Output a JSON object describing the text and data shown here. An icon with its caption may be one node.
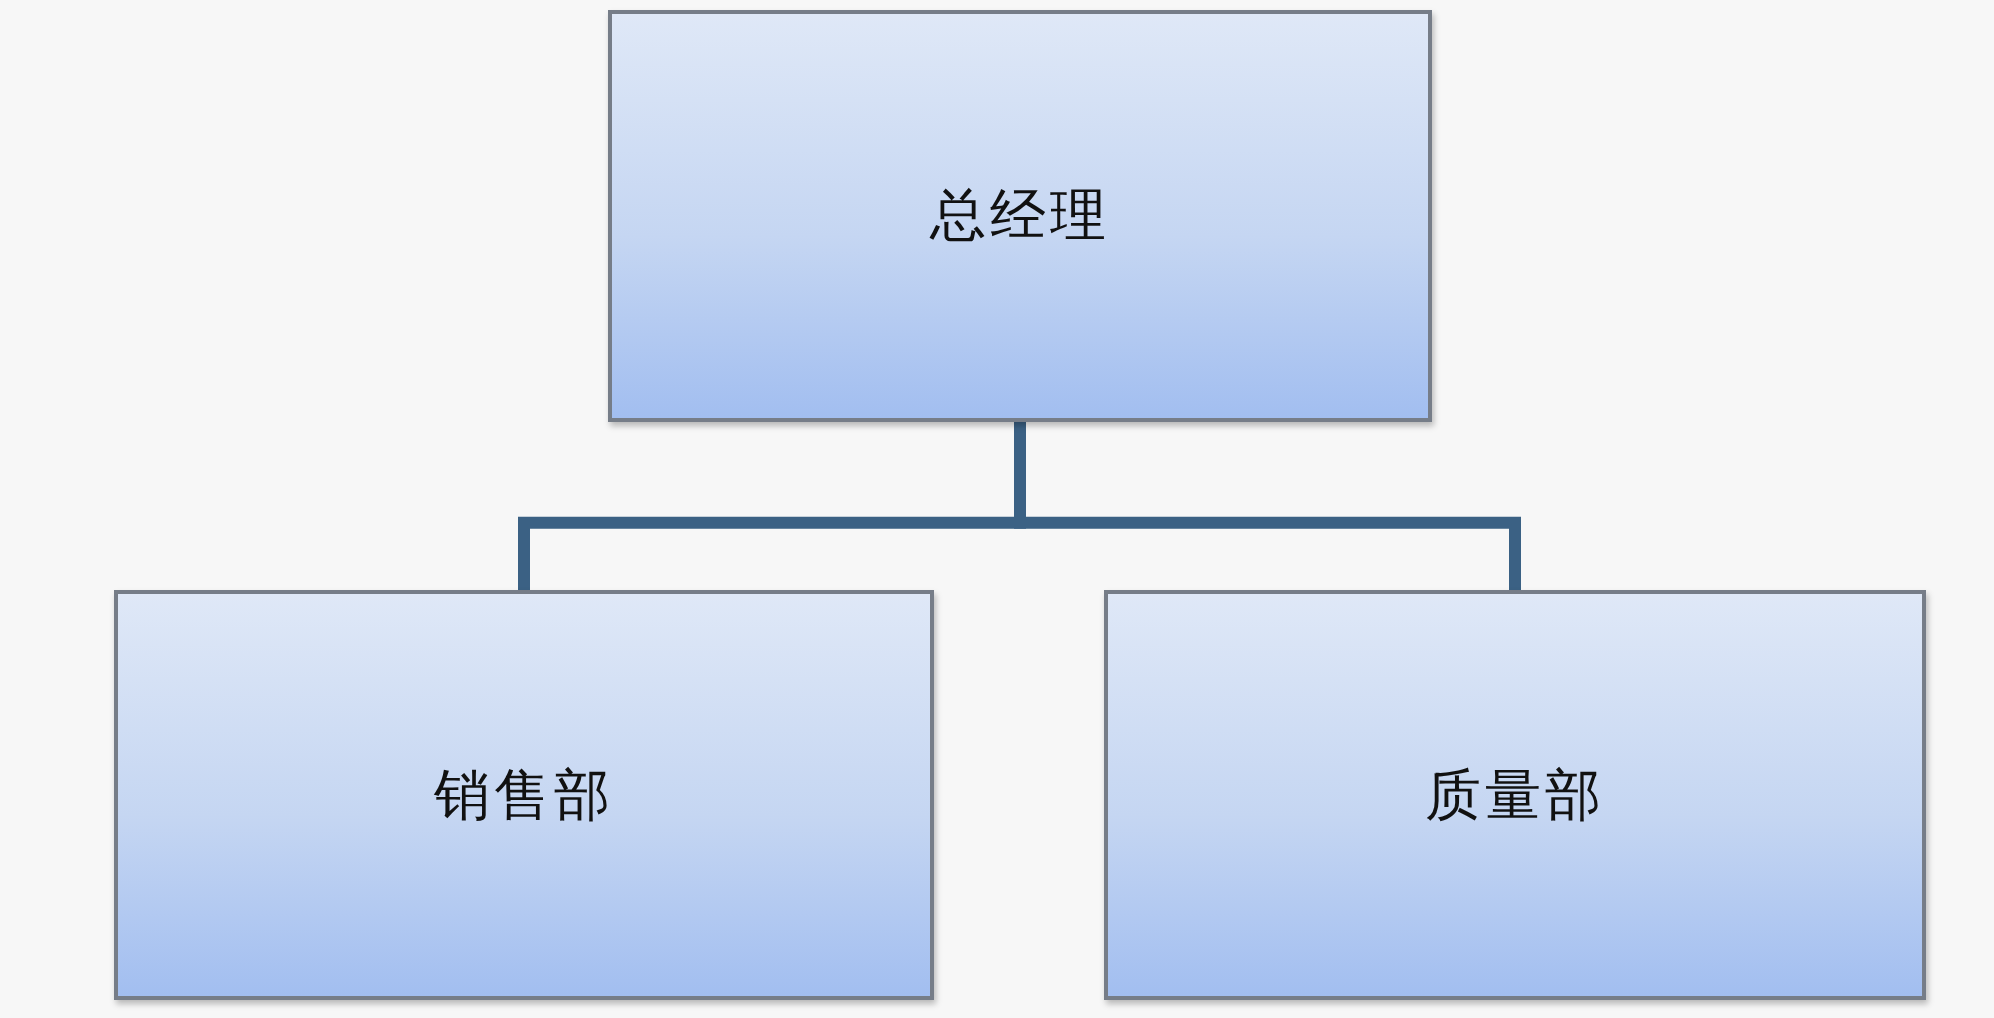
{
  "diagram": {
    "nodes": [
      {
        "text": [
          "总经理"
        ]
      },
      {
        "text": [
          "销售部"
        ]
      },
      {
        "text": [
          "质量部"
        ]
      }
    ],
    "edges": [
      {
        "from": 0,
        "to": 1,
        "arrow": "none"
      },
      {
        "from": 0,
        "to": 2,
        "arrow": "none"
      }
    ]
  }
}
